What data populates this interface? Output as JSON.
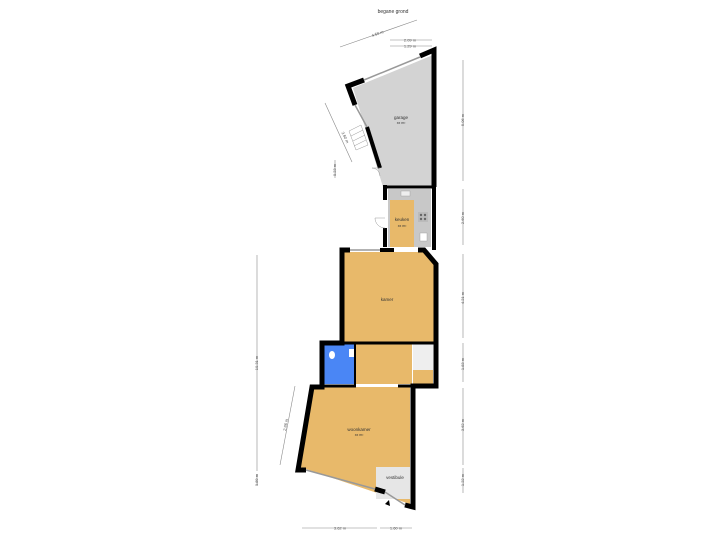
{
  "title": "begane grond",
  "colors": {
    "wall": "#000000",
    "living": "#e8b96a",
    "garage": "#d3d3d3",
    "toilet": "#4a86f5",
    "vestibule": "#e6e6e6"
  },
  "rooms": {
    "garage": {
      "name": "garage",
      "area": "xx m²"
    },
    "keuken": {
      "name": "keuken",
      "area": "xx m²"
    },
    "kamer": {
      "name": "kamer"
    },
    "woonkamer": {
      "name": "woonkamer",
      "area": "xx m²"
    },
    "vestibule": {
      "name": "vestibule"
    }
  },
  "dimensions": {
    "top_diag": "4.50 m",
    "top_1": "2.09 m",
    "top_2": "1.29 m",
    "right_1": "5.06 m",
    "right_2": "2.60 m",
    "right_3": "4.21 m",
    "right_4": "1.83 m",
    "right_5": "3.62 m",
    "right_6": "1.22 m",
    "left_total": "10.31 m",
    "left_small": "0.89 m",
    "left_diag": "2.86 m",
    "stair_diag": "3.60 m",
    "stair_small": "0.23 m",
    "bottom_1": "3.62 m",
    "bottom_2": "1.60 m"
  }
}
